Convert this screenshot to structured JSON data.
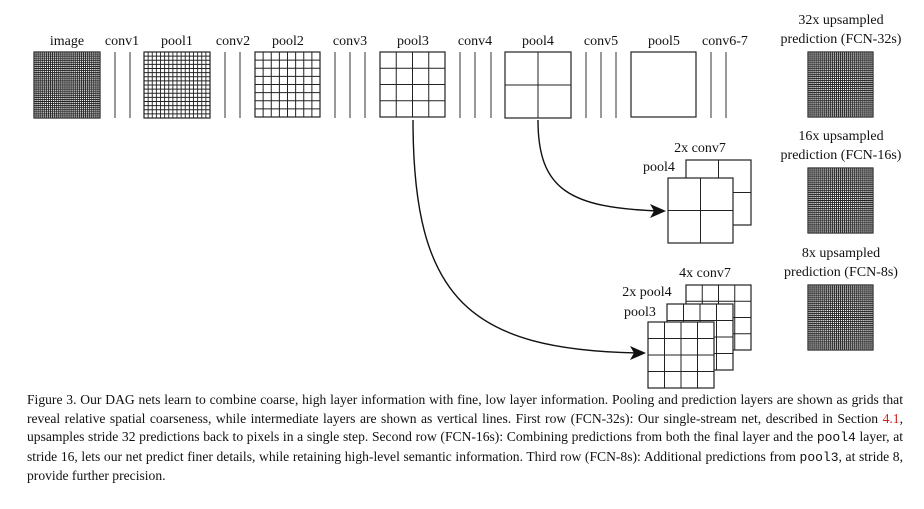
{
  "labels": {
    "image": "image",
    "conv1": "conv1",
    "pool1": "pool1",
    "conv2": "conv2",
    "pool2": "pool2",
    "conv3": "conv3",
    "pool3": "pool3",
    "conv4": "conv4",
    "pool4": "pool4",
    "conv5": "conv5",
    "pool5": "pool5",
    "conv67": "conv6-7",
    "fcn32_l1": "32x upsampled",
    "fcn32_l2": "prediction (FCN-32s)",
    "fcn16_l1": "16x upsampled",
    "fcn16_l2": "prediction (FCN-16s)",
    "fcn8_l1": "8x upsampled",
    "fcn8_l2": "prediction (FCN-8s)",
    "conv7_2x": "2x conv7",
    "pool4_r2": "pool4",
    "conv7_4x": "4x conv7",
    "pool4_2x": "2x pool4",
    "pool3_r3": "pool3"
  },
  "caption": {
    "p1": "Figure 3.  Our DAG nets learn to combine coarse, high layer information with fine, low layer information. Pooling and prediction layers are shown as grids that reveal relative spatial coarseness, while intermediate layers are shown as vertical lines. First row (FCN-32s): Our single-stream net, described in Section ",
    "ref": "4.1",
    "p2": ", upsamples stride 32 predictions back to pixels in a single step. Second row (FCN-16s): Combining predictions from both the final layer and the ",
    "code1": "pool4",
    "p3": " layer, at stride 16, lets our net predict finer details, while retaining high-level semantic information. Third row (FCN-8s): Additional predictions from ",
    "code2": "pool3",
    "p4": ", at stride 8, provide further precision."
  },
  "colors": {
    "ref": "#d0201c"
  }
}
